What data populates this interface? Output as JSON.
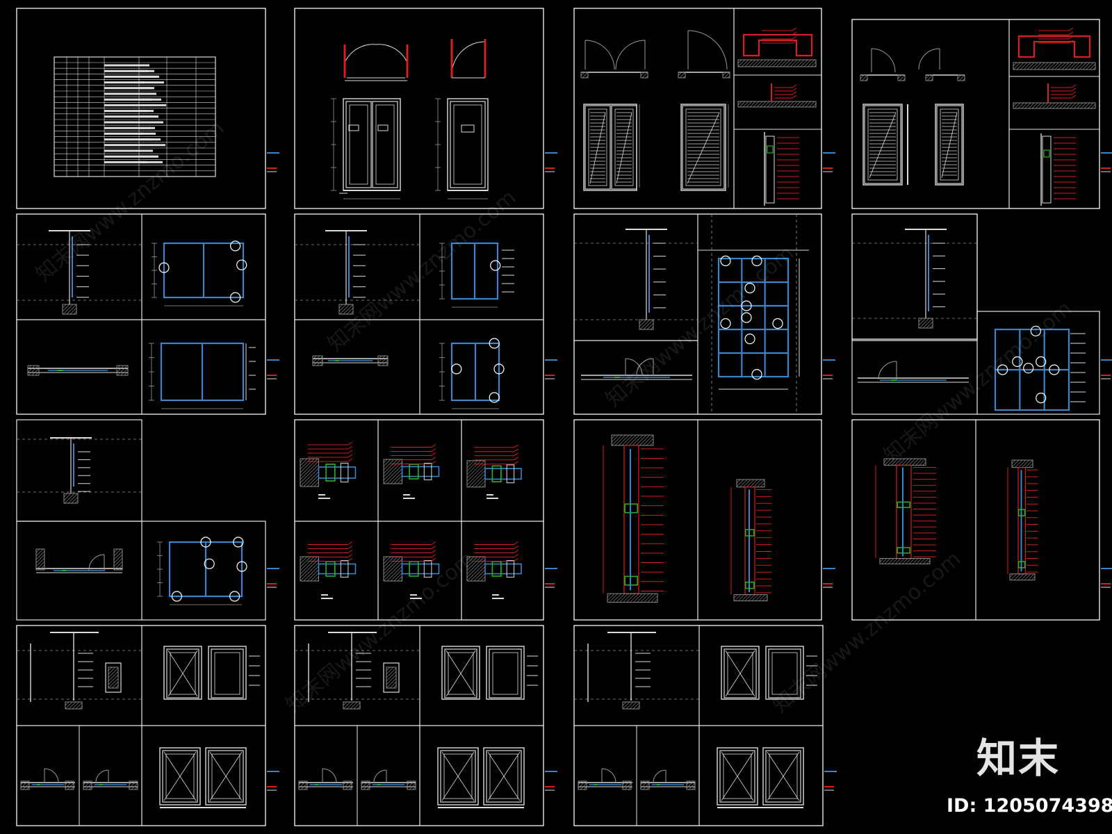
{
  "brand": {
    "logo_text": "知末",
    "id_text": "ID: 1205074398",
    "watermark_text": "知末网www.znzmo.com"
  },
  "colors": {
    "background": "#000000",
    "frame": "#e8e8e8",
    "line": "#dcdcdc",
    "dim": "#9a9a9a",
    "red": "#d42020",
    "blue": "#3a86c8",
    "green": "#26b526",
    "hatch": "#8a8a8a"
  },
  "sheets": [
    {
      "id": "s01",
      "kind": "schedule"
    },
    {
      "id": "s02",
      "kind": "door-elevations"
    },
    {
      "id": "s03",
      "kind": "louver-door-details"
    },
    {
      "id": "s04",
      "kind": "louver-door-details-2"
    },
    {
      "id": "s05",
      "kind": "glazed-door-sections"
    },
    {
      "id": "s06",
      "kind": "glazed-door-sections-2"
    },
    {
      "id": "s07",
      "kind": "glazed-partition-large"
    },
    {
      "id": "s08",
      "kind": "glazed-partition-side"
    },
    {
      "id": "s09",
      "kind": "glazed-door-single"
    },
    {
      "id": "s10",
      "kind": "frame-details-grid"
    },
    {
      "id": "s11",
      "kind": "frame-details-vertical"
    },
    {
      "id": "s12",
      "kind": "frame-details-vertical-2"
    },
    {
      "id": "s13",
      "kind": "swing-door-set"
    },
    {
      "id": "s14",
      "kind": "swing-door-set-2"
    },
    {
      "id": "s15",
      "kind": "swing-door-set-3"
    }
  ]
}
